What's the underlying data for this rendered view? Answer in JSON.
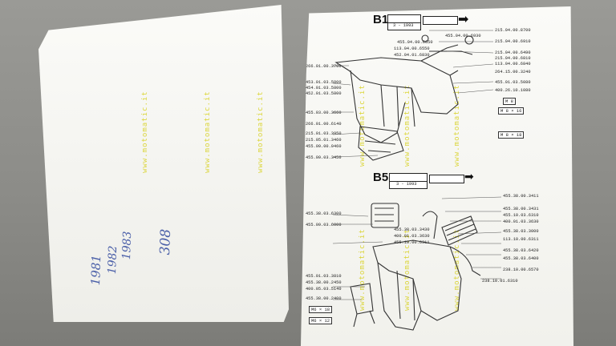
{
  "left_sheet": {
    "handwriting": {
      "line1": "1981",
      "line2": "1982",
      "line3": "1983",
      "note": "308"
    },
    "watermark": "www.motomatic.it"
  },
  "right_sheet": {
    "section_b1": {
      "heading": "B1",
      "date": "3 - 1993"
    },
    "section_b5": {
      "heading": "B5",
      "date": "3 - 1993"
    },
    "b1_codes": [
      "215.04.00.8700",
      "455.04.00.6930",
      "455.04.00.6650",
      "113.04.00.6550",
      "215.04.00.6910",
      "452.04.01.6830",
      "215.04.00.6490",
      "215.04.00.6810",
      "113.04.00.6840",
      "266.01.00.3700",
      "264.15.00.3240",
      "453.01.03.5800",
      "454.01.03.5800",
      "452.01.03.5800",
      "455.01.03.5080",
      "400.26.10.1080",
      "455.03.00.3660",
      "266.01.00.6140",
      "215.01.03.3950",
      "215.05.01.3460",
      "455.09.00.0460",
      "455.09.03.3450"
    ],
    "b1_tags": {
      "m8": "M 8",
      "m8x16": "M 8 × 16",
      "m8x18": "M 8 × 18"
    },
    "b5_codes": [
      "455.38.00.3411",
      "455.38.00.3431",
      "455.10.03.6310",
      "400.01.03.3630",
      "455.38.03.6300",
      "455.38.03.3000",
      "455.09.03.6000",
      "455.38.03.3430",
      "400.01.03.3630",
      "455.10.00.6311",
      "113.10.00.6311",
      "455.38.03.6420",
      "455.38.03.6400",
      "455.01.03.3810",
      "455.38.00.2450",
      "400.05.03.5140",
      "238.10.01.6310",
      "238.10.00.6570",
      "455.38.00.2400"
    ],
    "b5_tags": {
      "m6x18": "M6 × 18",
      "m6x12": "M6 × 12"
    }
  }
}
